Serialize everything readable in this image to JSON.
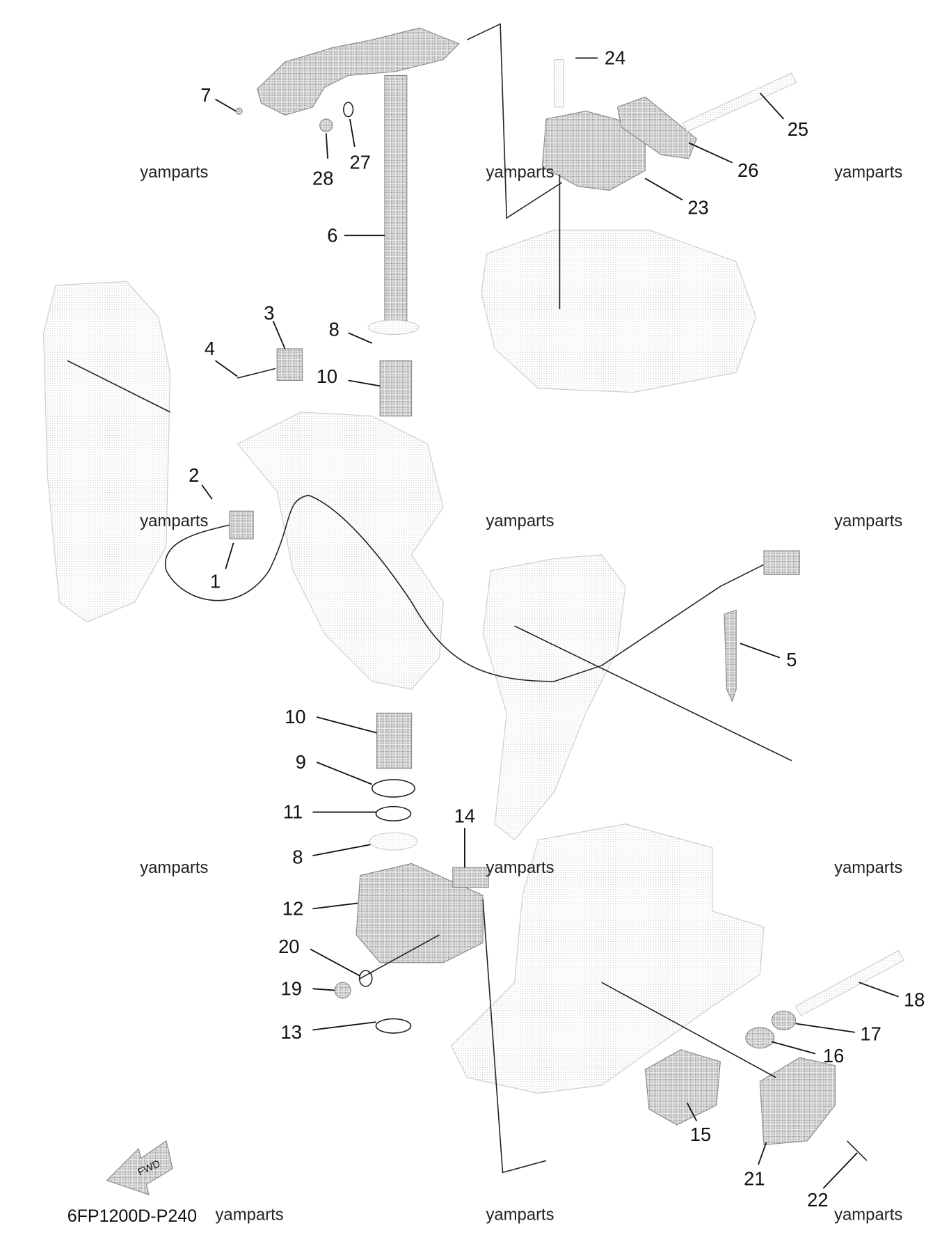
{
  "diagram": {
    "code": "6FP1200D-P240",
    "watermark": "yamparts",
    "fwd_label": "FWD",
    "callouts": [
      "1",
      "2",
      "3",
      "4",
      "5",
      "6",
      "7",
      "8",
      "8",
      "9",
      "10",
      "10",
      "11",
      "12",
      "13",
      "14",
      "15",
      "16",
      "17",
      "18",
      "19",
      "20",
      "21",
      "22",
      "23",
      "24",
      "25",
      "26",
      "27",
      "28"
    ]
  },
  "colors": {
    "ink": "#111111",
    "shade": "#cccccc"
  }
}
